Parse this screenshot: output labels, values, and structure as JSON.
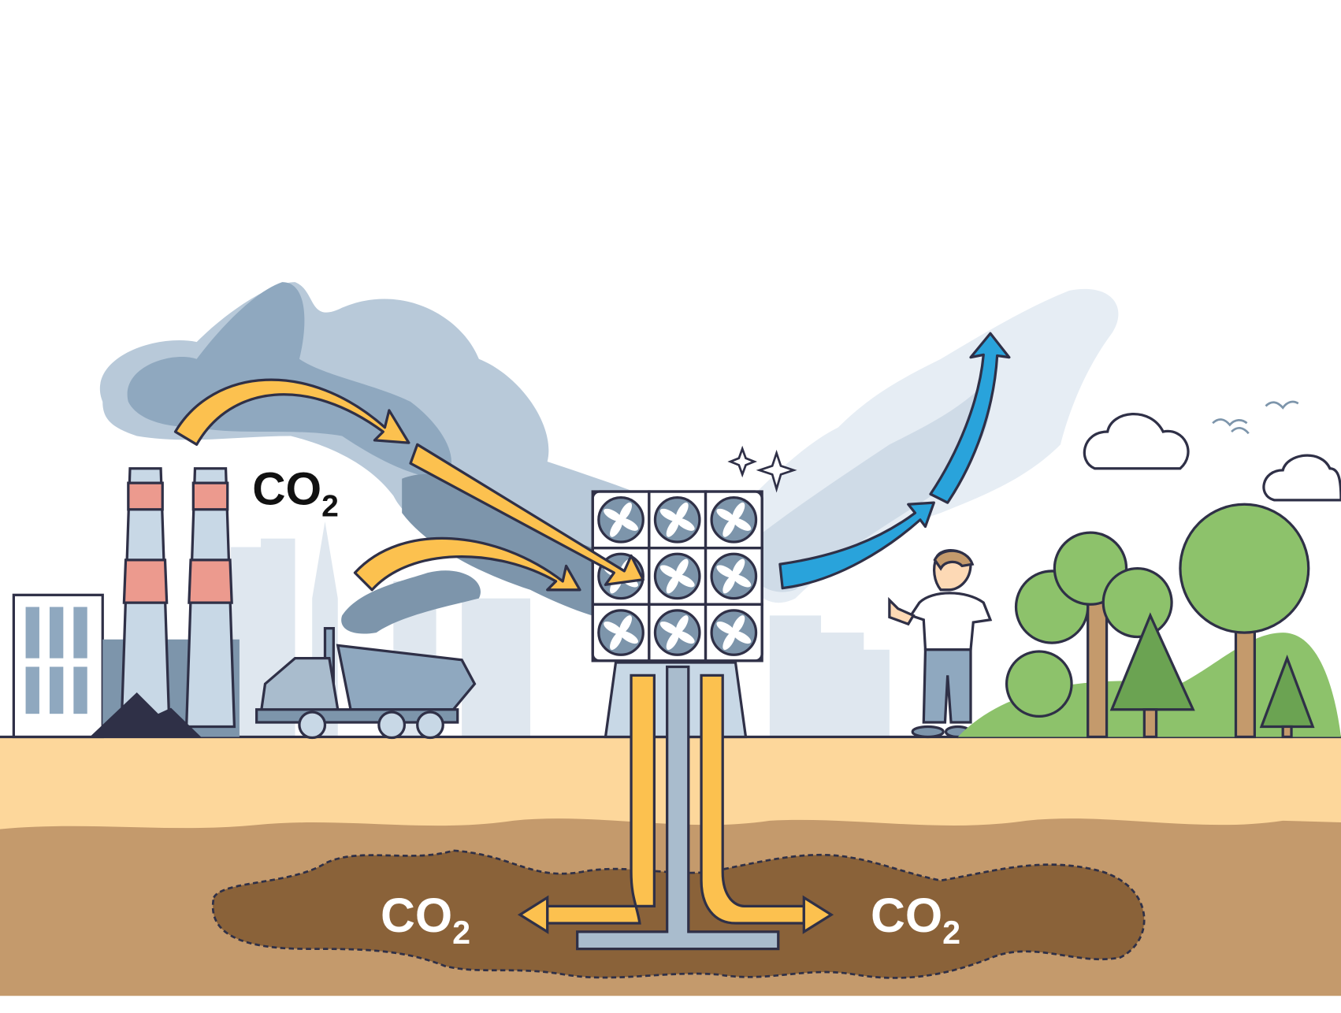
{
  "labels": {
    "air_co2": {
      "text": "CO",
      "sub": "2"
    },
    "left_storage_co2": {
      "text": "CO",
      "sub": "2"
    },
    "right_storage_co2": {
      "text": "CO",
      "sub": "2"
    }
  },
  "colors": {
    "flow_arrow": "#fcc14f",
    "clean_air_arrow": "#29a3db",
    "smoke": "#8fa8bf",
    "ground": "#fdd79b",
    "soil": "#c49a6c",
    "storage_reservoir": "#8a6239",
    "outline": "#2f3047"
  }
}
